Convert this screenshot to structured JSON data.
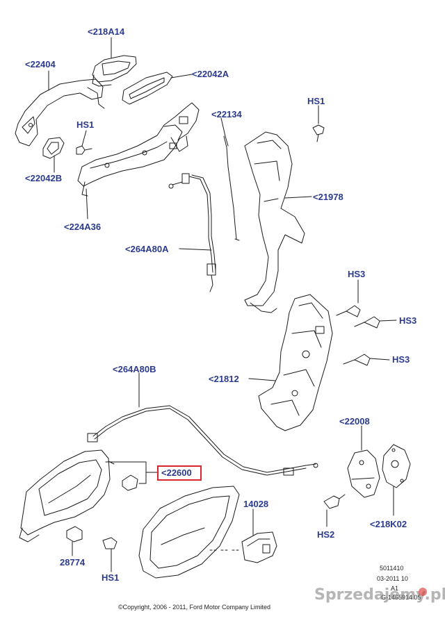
{
  "labels": {
    "l218A14": "<218A14",
    "l22404": "<22404",
    "l22042A": "<22042A",
    "hs1_top": "HS1",
    "l22134": "<22134",
    "hs1_right": "HS1",
    "l22042B": "<22042B",
    "l21978": "<21978",
    "l224A36": "<224A36",
    "l264A80A": "<264A80A",
    "hs3_a": "HS3",
    "hs3_b": "HS3",
    "hs3_c": "HS3",
    "l21812": "<21812",
    "l264A80B": "<264A80B",
    "l22008": "<22008",
    "l22600": "<22600",
    "l14028": "14028",
    "l218K02": "<218K02",
    "hs2": "HS2",
    "l28774": "28774",
    "hs1_bottom": "HS1"
  },
  "meta": {
    "line1": "5011410",
    "line2": "03-2011 10",
    "line3": "A1",
    "line4": "G-1465914 05"
  },
  "copyright": "©Copyright, 2006 - 2011, Ford Motor Company Limited",
  "watermark": {
    "text": "Sprzedajemy.pl"
  },
  "colors": {
    "label": "#2b3a8f",
    "highlight": "#d8262c",
    "line": "#1a1a1a"
  }
}
